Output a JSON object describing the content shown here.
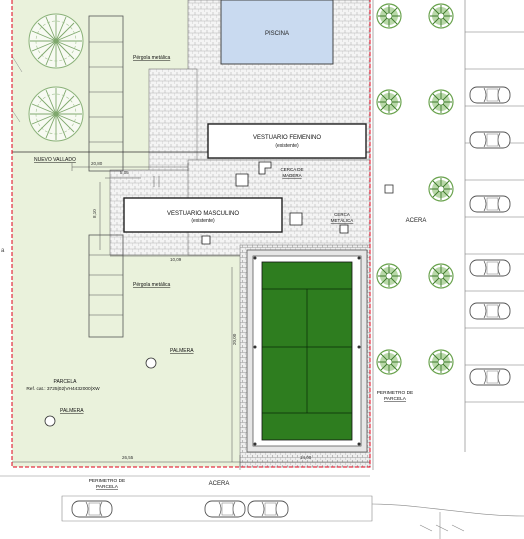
{
  "labels": {
    "piscina": "PISCINA",
    "pergola_top": "Pérgola metálica",
    "pergola_bottom": "Pérgola metálica",
    "nuevo_vallado": "NUEVO VALLADO",
    "vestuario_fem": "VESTUARIO FEMENINO",
    "vestuario_fem_sub": "(existente)",
    "vestuario_masc": "VESTUARIO MASCULINO",
    "vestuario_masc_sub": "(existente)",
    "cerca_madera_1": "CERCA DE",
    "cerca_madera_2": "MADERA",
    "cerca_metalica_1": "CERCA",
    "cerca_metalica_2": "METÁLICA",
    "acera_right": "ACERA",
    "acera_bottom": "ACERA",
    "palmera_1": "PALMERA",
    "palmera_2": "PALMERA",
    "parcela": "PARCELA",
    "ref_catastral": "Ref. cat.: 3725|02|VH4432000|XW",
    "perimetro_right_1": "PERIMETRO DE",
    "perimetro_right_2": "PARCELA",
    "perimetro_bottom_1": "PERIMETRO DE",
    "perimetro_bottom_2": "PARCELA",
    "left_edge": "a"
  },
  "dimensions": {
    "d_20_80": "20,80",
    "d_5_05": "5,05",
    "d_10_09": "10,09",
    "d_8_10": "8,10",
    "d_20_00": "20,00",
    "d_26_55": "26,55",
    "d_14_00": "14,00"
  },
  "colors": {
    "lawn": "#eaf2dc",
    "pool": "#c9daf0",
    "court_green": "#2e7d1f",
    "court_surround": "#e6e6e6",
    "perimeter_red": "#e0001a",
    "tree_green": "#6aa34e"
  }
}
